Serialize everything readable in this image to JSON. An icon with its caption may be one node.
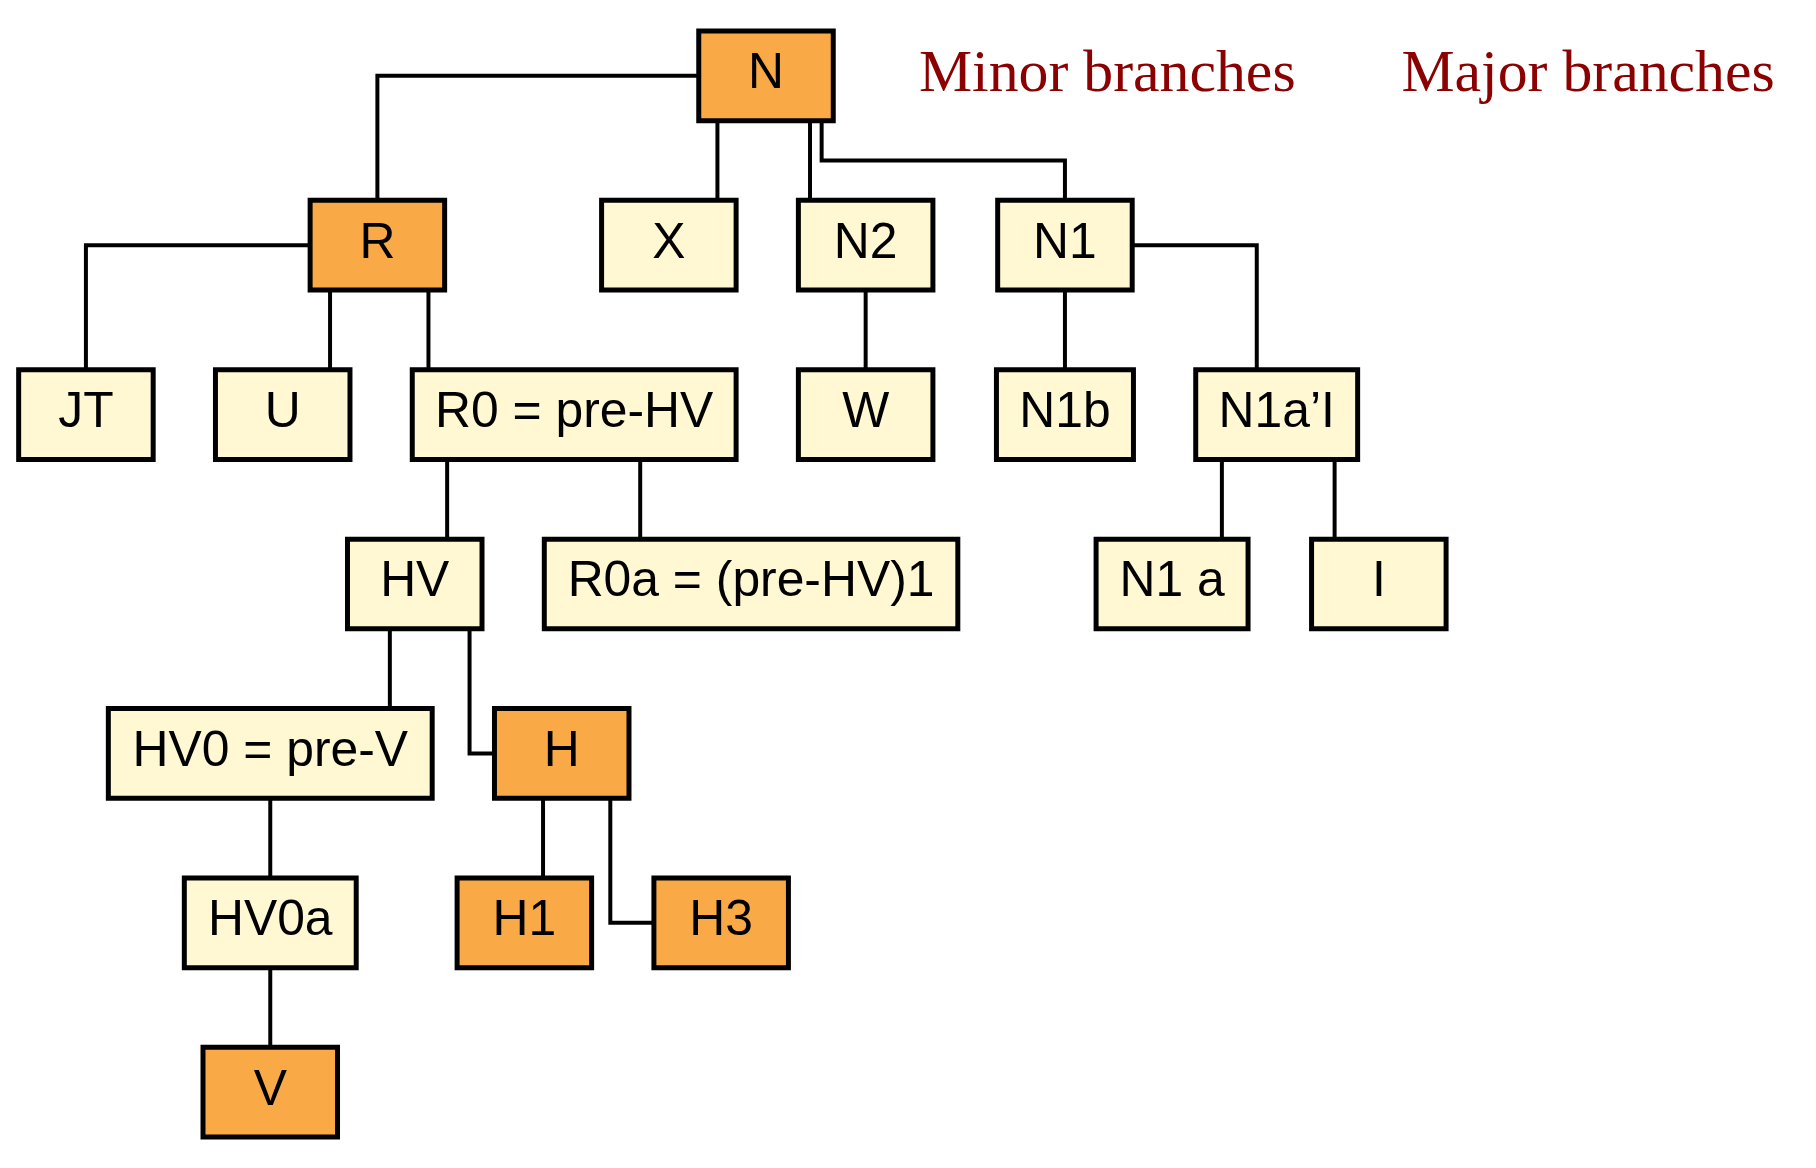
{
  "diagram": {
    "nodes": [
      {
        "text": [
          "N"
        ]
      },
      {
        "text": [
          "R"
        ]
      },
      {
        "text": [
          "X"
        ]
      },
      {
        "text": [
          "N2"
        ]
      },
      {
        "text": [
          "N1"
        ]
      },
      {
        "text": [
          "JT"
        ]
      },
      {
        "text": [
          "U"
        ]
      },
      {
        "text": [
          "R0 = pre-HV"
        ]
      },
      {
        "text": [
          "W"
        ]
      },
      {
        "text": [
          "N1b"
        ]
      },
      {
        "text": [
          "N1a’I"
        ]
      },
      {
        "text": [
          "HV"
        ]
      },
      {
        "text": [
          "R0a = (pre-HV)1"
        ]
      },
      {
        "text": [
          "N1 a"
        ]
      },
      {
        "text": [
          "I"
        ]
      },
      {
        "text": [
          "HV0 = pre-V"
        ]
      },
      {
        "text": [
          "H"
        ]
      },
      {
        "text": [
          "HV0a"
        ]
      },
      {
        "text": [
          "H1"
        ]
      },
      {
        "text": [
          "H3"
        ]
      },
      {
        "text": [
          "V"
        ]
      }
    ],
    "edges": [
      {
        "from": 0,
        "to": 1,
        "arrow": "none"
      },
      {
        "from": 0,
        "to": 2,
        "arrow": "none"
      },
      {
        "from": 0,
        "to": 3,
        "arrow": "none"
      },
      {
        "from": 0,
        "to": 4,
        "arrow": "none"
      },
      {
        "from": 1,
        "to": 5,
        "arrow": "none"
      },
      {
        "from": 1,
        "to": 6,
        "arrow": "none"
      },
      {
        "from": 1,
        "to": 7,
        "arrow": "none"
      },
      {
        "from": 3,
        "to": 8,
        "arrow": "none"
      },
      {
        "from": 4,
        "to": 9,
        "arrow": "none"
      },
      {
        "from": 4,
        "to": 10,
        "arrow": "none"
      },
      {
        "from": 7,
        "to": 11,
        "arrow": "none"
      },
      {
        "from": 7,
        "to": 12,
        "arrow": "none"
      },
      {
        "from": 10,
        "to": 13,
        "arrow": "none"
      },
      {
        "from": 10,
        "to": 14,
        "arrow": "none"
      },
      {
        "from": 11,
        "to": 15,
        "arrow": "none"
      },
      {
        "from": 11,
        "to": 16,
        "arrow": "none"
      },
      {
        "from": 15,
        "to": 17,
        "arrow": "none"
      },
      {
        "from": 16,
        "to": 18,
        "arrow": "none"
      },
      {
        "from": 16,
        "to": 19,
        "arrow": "none"
      },
      {
        "from": 17,
        "to": 20,
        "arrow": "none"
      }
    ],
    "labels": [
      "Minor branches",
      "Major branches"
    ]
  }
}
